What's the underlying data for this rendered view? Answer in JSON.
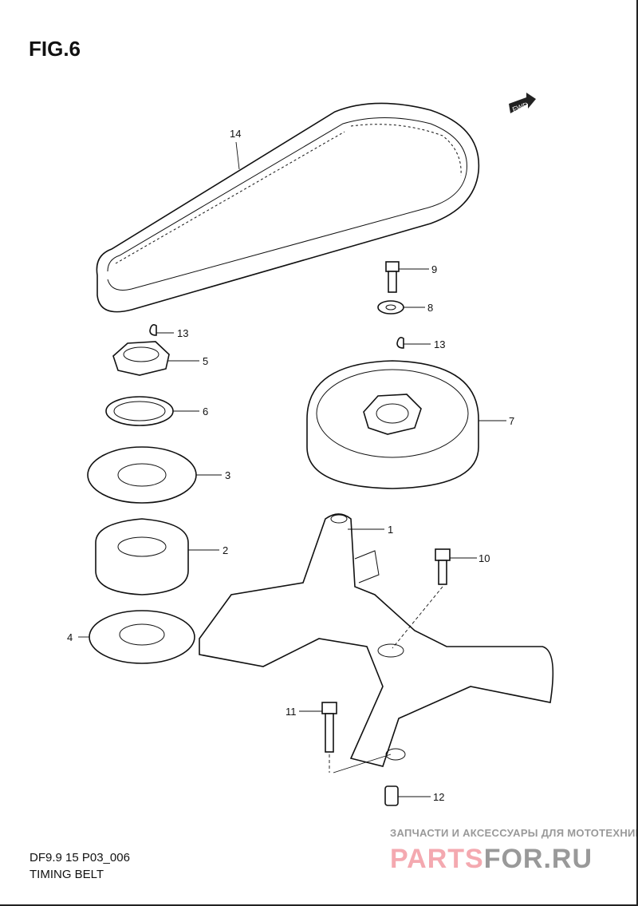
{
  "figure": {
    "title": "FIG.6",
    "code": "DF9.9 15 P03_006",
    "name": "TIMING BELT"
  },
  "direction_marker": {
    "label": "FWD",
    "icon": "fwd-arrow-icon"
  },
  "callouts": [
    "14",
    "9",
    "8",
    "13",
    "13",
    "5",
    "6",
    "7",
    "3",
    "1",
    "2",
    "10",
    "4",
    "11",
    "12"
  ],
  "watermark": {
    "tagline": "ЗАПЧАСТИ И АКСЕССУАРЫ ДЛЯ МОТОТЕХНИКИ",
    "logo_part1": "PARTS",
    "logo_part2": "FOR.RU"
  }
}
